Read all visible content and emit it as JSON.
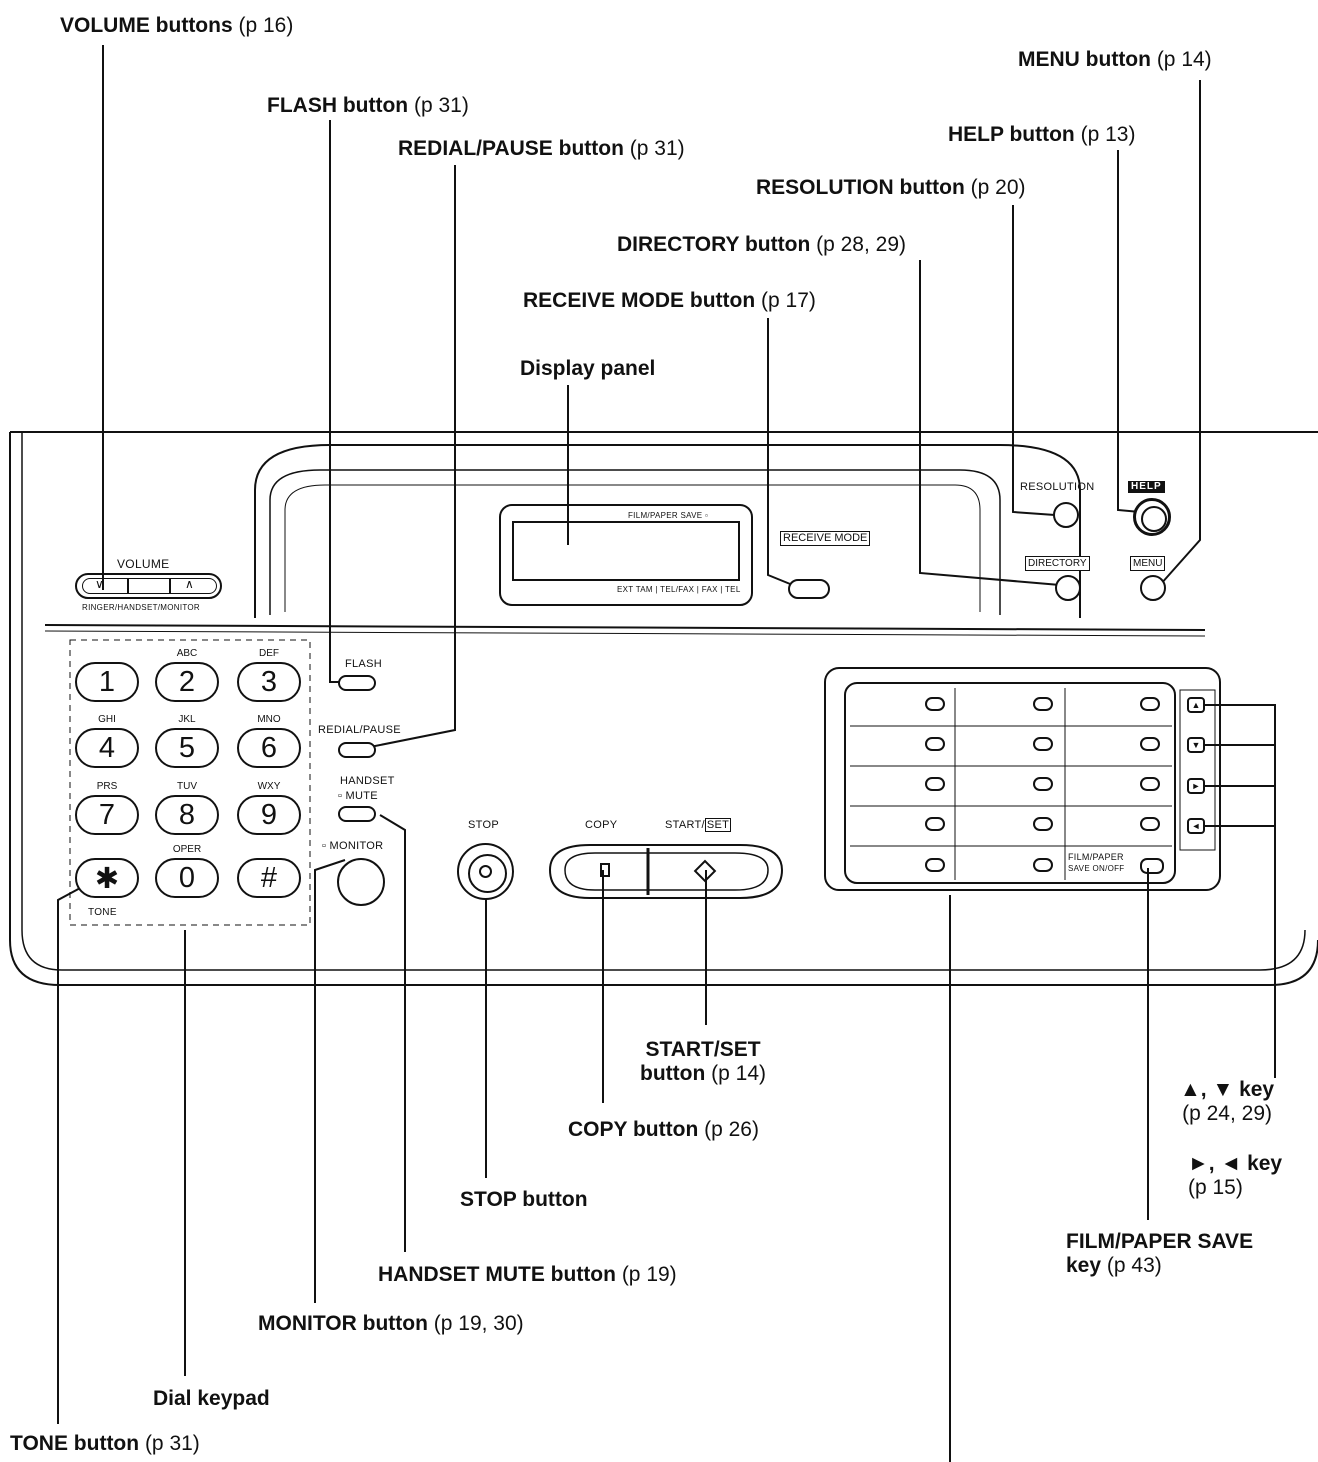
{
  "callouts": {
    "volume": {
      "name": "VOLUME buttons",
      "ref": "(p  16)"
    },
    "menu": {
      "name": "MENU button",
      "ref": "(p  14)"
    },
    "flash": {
      "name": "FLASH button",
      "ref": "(p  31)"
    },
    "help": {
      "name": "HELP button",
      "ref": "(p  13)"
    },
    "redial": {
      "name": "REDIAL/PAUSE button",
      "ref": "(p  31)"
    },
    "resolution": {
      "name": "RESOLUTION button",
      "ref": "(p  20)"
    },
    "directory": {
      "name": "DIRECTORY button",
      "ref": "(p  28, 29)"
    },
    "receive_mode": {
      "name": "RECEIVE MODE button",
      "ref": "(p  17)"
    },
    "display_panel": {
      "name": "Display panel"
    },
    "start_set": {
      "line1": "START/SET",
      "line2": "button",
      "ref": "(p  14)"
    },
    "up_down": {
      "name": "▲, ▼ key",
      "ref": "(p  24, 29)"
    },
    "copy": {
      "name": "COPY button",
      "ref": "(p  26)"
    },
    "right_left": {
      "name": "►, ◄ key",
      "ref": "(p  15)"
    },
    "stop": {
      "name": "STOP button"
    },
    "film_paper": {
      "line1": "FILM/PAPER SAVE",
      "line2": "key",
      "ref": "(p  43)"
    },
    "handset_mute": {
      "name": "HANDSET MUTE button",
      "ref": "(p  19)"
    },
    "monitor": {
      "name": "MONITOR button",
      "ref": "(p  19, 30)"
    },
    "dial_keypad": {
      "name": "Dial keypad"
    },
    "tone": {
      "name": "TONE button",
      "ref": "(p  31)"
    }
  },
  "panel": {
    "volume_label": "VOLUME",
    "volume_sub": "RINGER/HANDSET/MONITOR",
    "volume_down": "∨",
    "volume_up": "∧",
    "display_film": "FILM/PAPER SAVE ▫",
    "display_modes": "EXT TAM | TEL/FAX | FAX | TEL",
    "receive_mode_label": "RECEIVE MODE",
    "resolution_label": "RESOLUTION",
    "help_label": "HELP",
    "directory_label": "DIRECTORY",
    "menu_label": "MENU",
    "flash_label": "FLASH",
    "redial_label": "REDIAL/PAUSE",
    "handset_label": "HANDSET",
    "mute_label": "▫ MUTE",
    "monitor_label": "▫ MONITOR",
    "stop_label": "STOP",
    "copy_label": "COPY",
    "start_label": "START/",
    "set_label": "SET",
    "film_key_line1": "FILM/PAPER",
    "film_key_line2": "SAVE ON/OFF",
    "tone_label": "TONE",
    "keypad": [
      {
        "digit": "1",
        "letters": ""
      },
      {
        "digit": "2",
        "letters": "ABC"
      },
      {
        "digit": "3",
        "letters": "DEF"
      },
      {
        "digit": "4",
        "letters": "GHI"
      },
      {
        "digit": "5",
        "letters": "JKL"
      },
      {
        "digit": "6",
        "letters": "MNO"
      },
      {
        "digit": "7",
        "letters": "PRS"
      },
      {
        "digit": "8",
        "letters": "TUV"
      },
      {
        "digit": "9",
        "letters": "WXY"
      },
      {
        "digit": "✱",
        "letters": ""
      },
      {
        "digit": "0",
        "letters": "OPER"
      },
      {
        "digit": "#",
        "letters": ""
      }
    ],
    "arrow_keys": [
      "▲",
      "▼",
      "►",
      "◄"
    ]
  }
}
